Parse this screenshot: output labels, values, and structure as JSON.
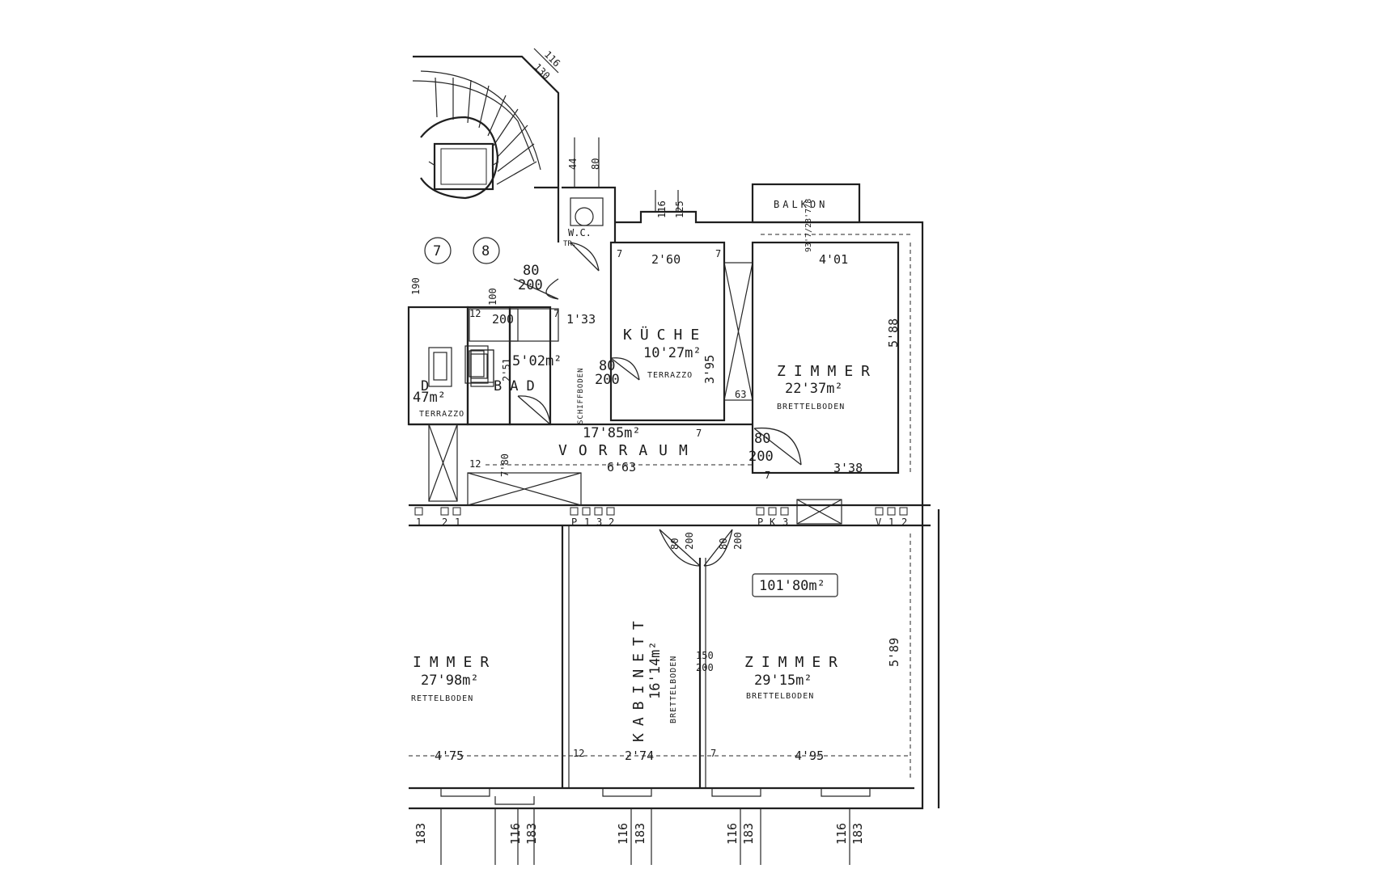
{
  "plan": {
    "total_area": "101'80m²",
    "balcony": "BALKON",
    "balcony_dims": "93'7/23'7/8",
    "wc": "W.C.",
    "tr": "TR.",
    "stairs": [
      "7",
      "8"
    ],
    "rooms": {
      "kitchen": {
        "name": "KÜCHE",
        "area": "10'27m²",
        "floor": "TERRAZZO"
      },
      "zimmer_top": {
        "name": "ZIMMER",
        "area": "22'37m²",
        "floor": "BRETTELBODEN"
      },
      "vorraum": {
        "name": "VORRAUM",
        "area": "17'85m²"
      },
      "bad_center": {
        "name": "BAD",
        "area": "5'02m²"
      },
      "bad_left": {
        "name": "D",
        "area": "47m²",
        "floor": "TERRAZZO"
      },
      "schiffboden": "SCHIFFBODEN",
      "zimmer_left": {
        "name": "IMMER",
        "area": "27'98m²",
        "floor": "RETTELBODEN"
      },
      "kabinett": {
        "name": "KABINETT",
        "area": "16'14m²",
        "floor": "BRETTELBODEN"
      },
      "zimmer_right": {
        "name": "ZIMMER",
        "area": "29'15m²",
        "floor": "BRETTELBODEN"
      }
    },
    "dims": {
      "top_116": "116",
      "top_130": "130",
      "wc_44": "44",
      "wc_80": "80",
      "k_116": "116",
      "k_125": "125",
      "k_260": "2'60",
      "z_401": "4'01",
      "d_133": "1'33",
      "d_200": "200",
      "z_588": "5'88",
      "k_395": "3'95",
      "d_63": "63",
      "v_663": "6'63",
      "z_338": "3'38",
      "d_780": "7'80",
      "r_589": "5'89",
      "l_475": "4'75",
      "kab_274": "2'74",
      "zr_495": "4'95",
      "door_80": "80",
      "door_200": "200",
      "door_150": "150",
      "seven": "7",
      "twelve": "12",
      "b_251": "2'51",
      "b_100": "100",
      "b_190": "190"
    },
    "bottom": [
      "183",
      "116",
      "183",
      "116",
      "183",
      "116",
      "183",
      "116",
      "183"
    ],
    "meters": [
      "1",
      "2",
      "1",
      "P",
      "1",
      "3",
      "2",
      "P",
      "K",
      "3",
      "V",
      "1",
      "2"
    ]
  }
}
